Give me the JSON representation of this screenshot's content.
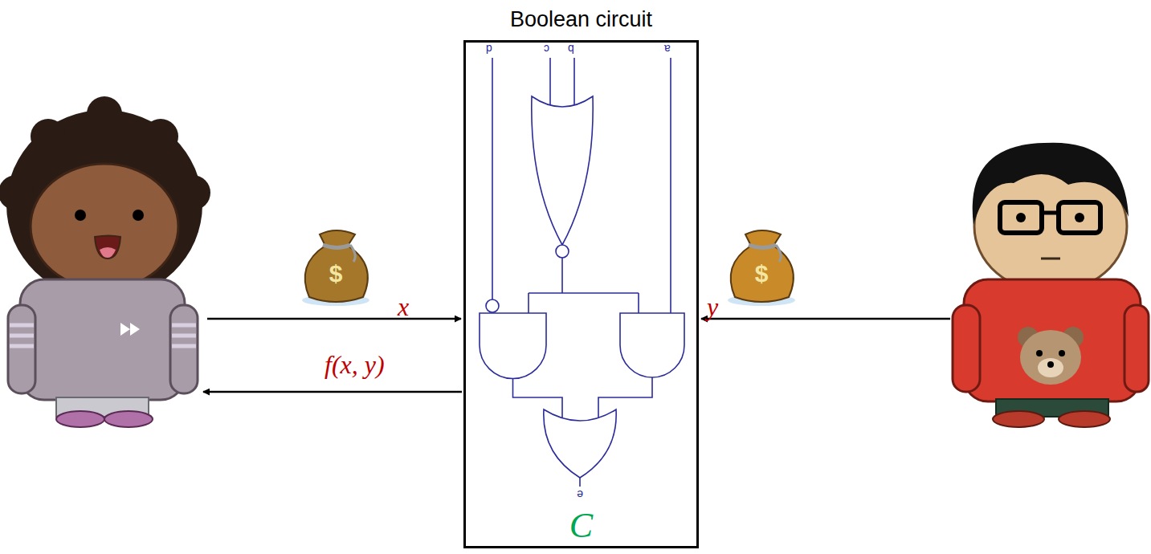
{
  "diagram": {
    "nodes": [
      {
        "text": [
          "Boolean circuit",
          "C"
        ]
      }
    ],
    "labels": [
      "d",
      "c",
      "b",
      "a",
      "e",
      "x",
      "y",
      "f(x, y)",
      "$",
      "$"
    ]
  }
}
